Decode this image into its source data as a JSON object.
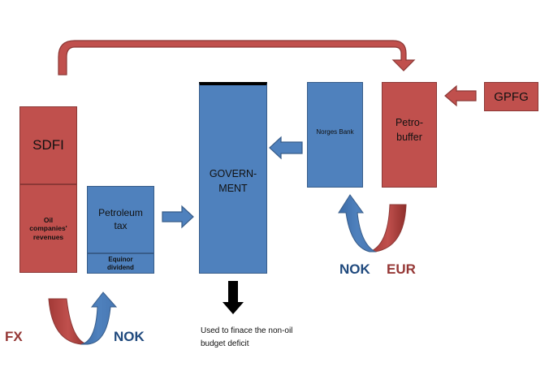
{
  "nodes": {
    "sdfi": "SDFI",
    "oil_revenues": "Oil companies' revenues",
    "petroleum_tax": "Petroleum tax",
    "equinor_dividend": "Equinor dividend",
    "government": "GOVERN-MENT",
    "norges_bank": "Norges Bank",
    "petro_buffer": "Petro-buffer",
    "gpfg": "GPFG"
  },
  "currency_labels": {
    "fx": "FX",
    "nok_left": "NOK",
    "nok_right": "NOK",
    "eur": "EUR"
  },
  "note": "Used to finace the non-oil budget deficit",
  "colors": {
    "red": "#c0504d",
    "blue": "#4f81bd",
    "nok_text": "#1f497d",
    "fx_text": "#953735"
  }
}
